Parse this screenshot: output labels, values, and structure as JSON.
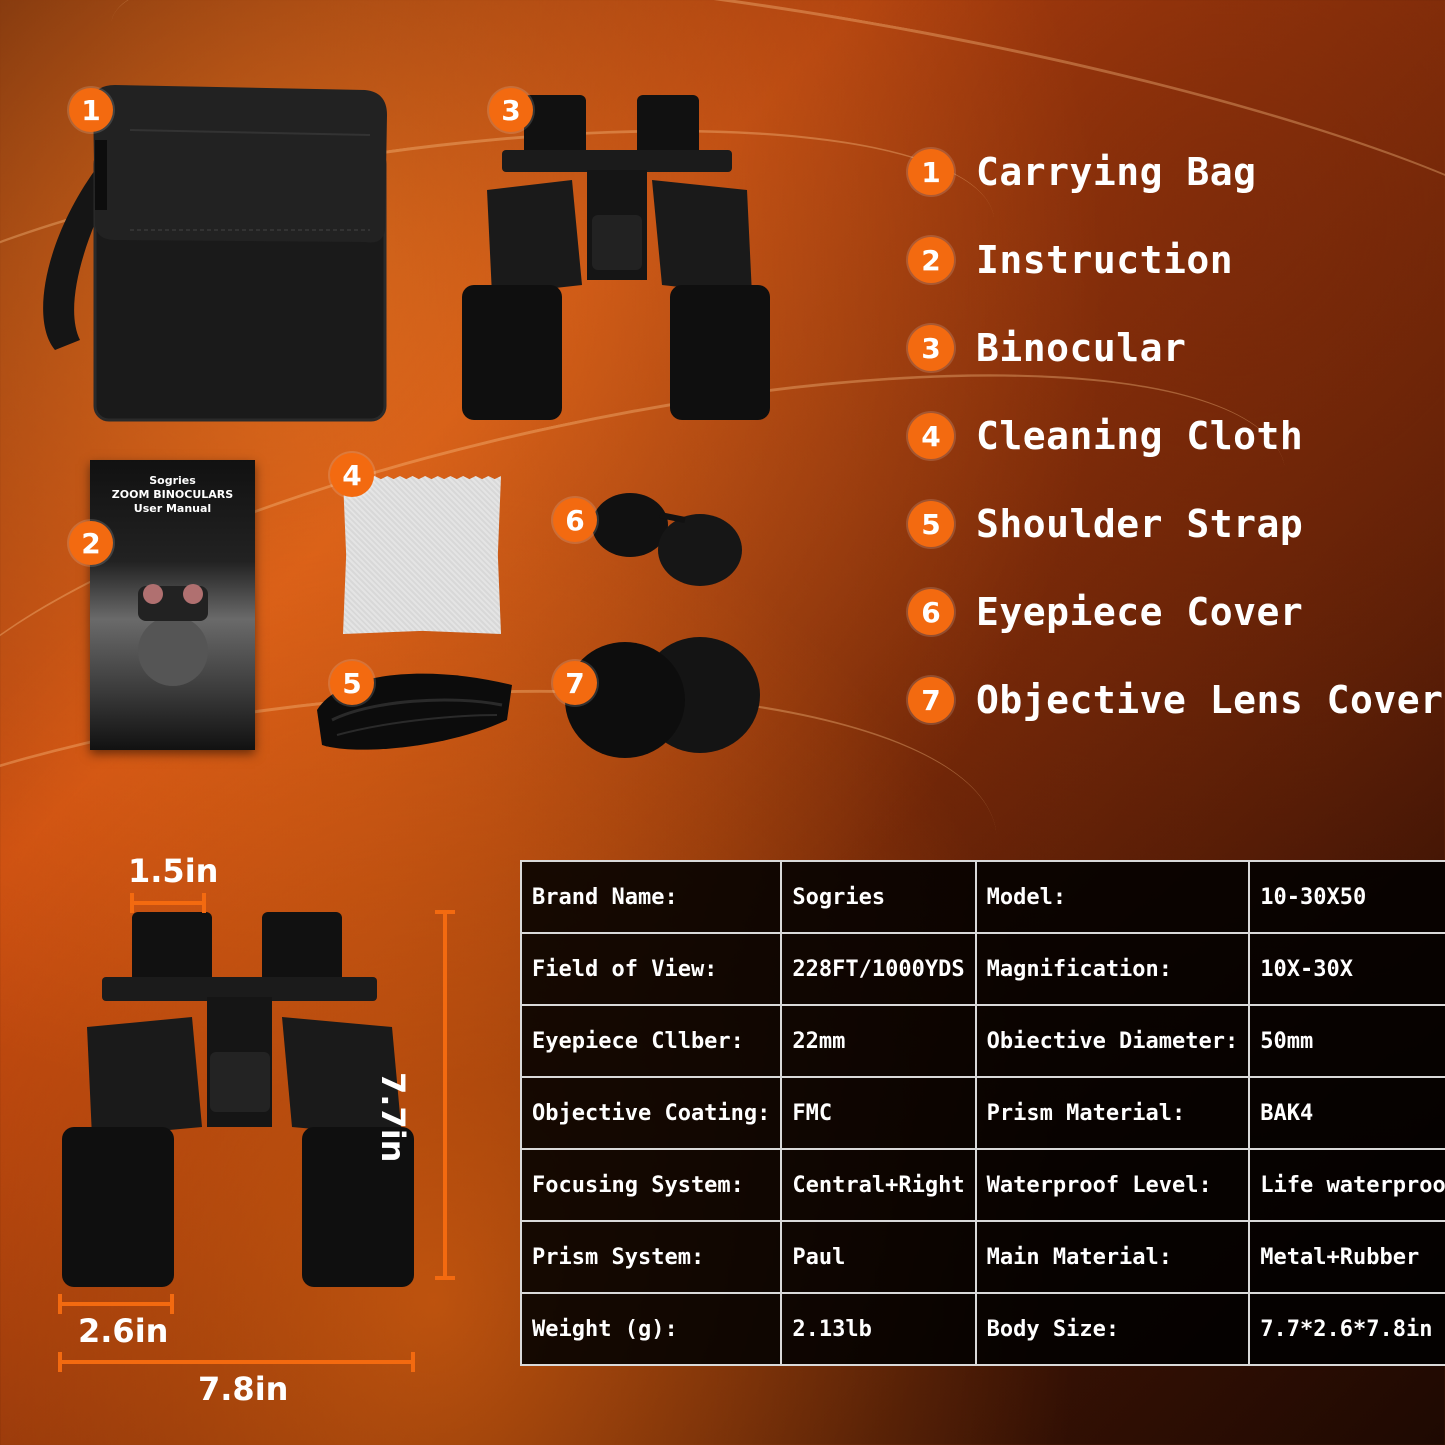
{
  "legend": [
    {
      "num": "1",
      "label": "Carrying Bag"
    },
    {
      "num": "2",
      "label": "Instruction"
    },
    {
      "num": "3",
      "label": "Binocular"
    },
    {
      "num": "4",
      "label": "Cleaning Cloth"
    },
    {
      "num": "5",
      "label": "Shoulder Strap"
    },
    {
      "num": "6",
      "label": "Eyepiece Cover"
    },
    {
      "num": "7",
      "label": "Objective Lens Cover"
    }
  ],
  "manual": {
    "brand": "Sogries",
    "title": "ZOOM BINOCULARS",
    "subtitle": "User Manual"
  },
  "binocular_brand": "Sogries",
  "dimensions": {
    "eyepiece_width": "1.5in",
    "height": "7.7in",
    "objective_width": "2.6in",
    "total_width": "7.8in"
  },
  "specs": [
    [
      "Brand Name:",
      "Sogries",
      "Model:",
      "10-30X50"
    ],
    [
      "Field of View:",
      "228FT/1000YDS",
      "Magnification:",
      "10X-30X"
    ],
    [
      "Eyepiece Cllber:",
      "22mm",
      "Obiective Diameter:",
      "50mm"
    ],
    [
      "Objective Coating:",
      "FMC",
      "Prism Material:",
      "BAK4"
    ],
    [
      "Focusing System:",
      "Central+Right",
      "Waterproof Level:",
      "Life waterproof"
    ],
    [
      "Prism System:",
      "Paul",
      "Main Material:",
      "Metal+Rubber"
    ],
    [
      "Weight (g):",
      "2.13lb",
      "Body Size:",
      "7.7*2.6*7.8in"
    ]
  ],
  "colors": {
    "accent": "#f36a10",
    "table_bg": "#000000",
    "text": "#ffffff"
  }
}
